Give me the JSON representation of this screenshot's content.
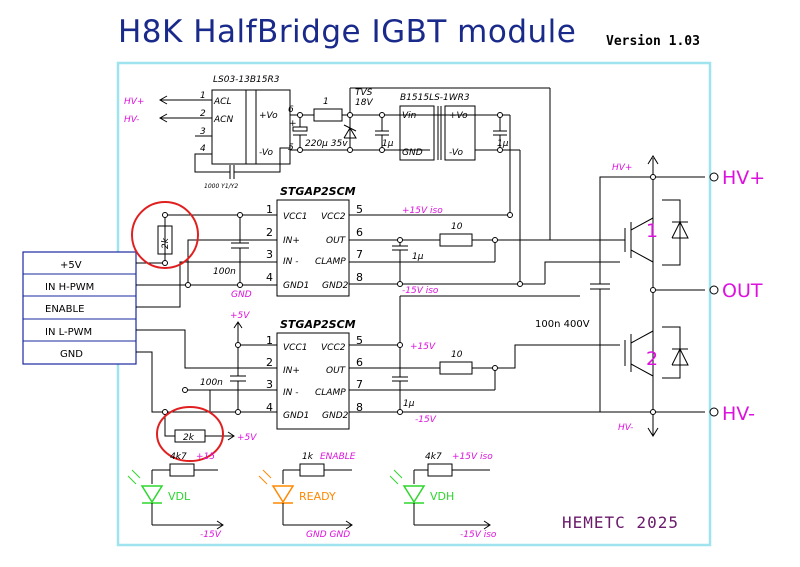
{
  "header": {
    "title": "H8K HalfBridge IGBT module",
    "version": "Version 1.03"
  },
  "connector": {
    "labels": [
      "+5V",
      "IN H-PWM",
      "ENABLE",
      "IN L-PWM",
      "GND"
    ]
  },
  "psu": {
    "ac_dc": {
      "part": "LS03-13B15R3",
      "pins": [
        "1",
        "2",
        "3",
        "4"
      ],
      "in_labels": [
        "ACL",
        "ACN"
      ],
      "out_pins": [
        "6",
        "5"
      ],
      "out_labels": [
        "+Vo",
        "-Vo"
      ],
      "y_cap": "1000 Y1/Y2"
    },
    "hv_plus": "HV+",
    "hv_minus": "HV-",
    "cap_220": "220µ 35v",
    "res_1": "1",
    "tvs": {
      "line1": "TVS",
      "line2": "18V"
    },
    "cap_1u_a": "1µ",
    "dc_dc": {
      "part": "B1515LS-1WR3",
      "labels": [
        "Vin",
        "GND",
        "+Vo",
        "-Vo"
      ]
    },
    "cap_1u_b": "1µ"
  },
  "driver_high": {
    "part": "STGAP2SCM",
    "left_pins": [
      {
        "n": "1",
        "label": "VCC1"
      },
      {
        "n": "2",
        "label": "IN+"
      },
      {
        "n": "3",
        "label": "IN -"
      },
      {
        "n": "4",
        "label": "GND1"
      }
    ],
    "right_pins": [
      {
        "n": "5",
        "label": "VCC2"
      },
      {
        "n": "6",
        "label": "OUT"
      },
      {
        "n": "7",
        "label": "CLAMP"
      },
      {
        "n": "8",
        "label": "GND2"
      }
    ],
    "res_pull": "2k",
    "cap_100n": "100n",
    "gnd": "GND",
    "iso_plus": "+15V iso",
    "gate_res": "10",
    "cap_1u": "1µ",
    "iso_minus": "-15V iso"
  },
  "driver_low": {
    "part": "STGAP2SCM",
    "left_pins": [
      {
        "n": "1",
        "label": "VCC1"
      },
      {
        "n": "2",
        "label": "IN+"
      },
      {
        "n": "3",
        "label": "IN -"
      },
      {
        "n": "4",
        "label": "GND1"
      }
    ],
    "right_pins": [
      {
        "n": "5",
        "label": "VCC2"
      },
      {
        "n": "6",
        "label": "OUT"
      },
      {
        "n": "7",
        "label": "CLAMP"
      },
      {
        "n": "8",
        "label": "GND2"
      }
    ],
    "plus5": "+5V",
    "cap_100n": "100n",
    "res_pull": "2k",
    "plus5_b": "+5V",
    "iso_plus": "+15V",
    "gate_res": "10",
    "cap_1u": "1µ",
    "iso_minus": "-15V"
  },
  "power": {
    "hv_plus_small": "HV+",
    "hv_minus_small": "HV-",
    "igbt_high": "1",
    "igbt_low": "2",
    "snubber": "100n 400V",
    "terminals": [
      "HV+",
      "OUT",
      "HV-"
    ]
  },
  "leds": [
    {
      "res": "4k7",
      "rail": "+15",
      "name": "VDL",
      "ret": "-15V",
      "color": "#2ed62e"
    },
    {
      "res": "1k",
      "rail": "ENABLE",
      "name": "READY",
      "ret": "GND  GND",
      "color": "#ff8800"
    },
    {
      "res": "4k7",
      "rail": "+15V iso",
      "name": "VDH",
      "ret": "-15V iso",
      "color": "#2ed62e"
    }
  ],
  "signature": "HEMETC  2025",
  "colors": {
    "board": "#9ee3ee",
    "title": "#1a2a8a",
    "rail_label": "#dd11dd",
    "highlight": "#e02020",
    "connector": "#1a2aa0"
  }
}
